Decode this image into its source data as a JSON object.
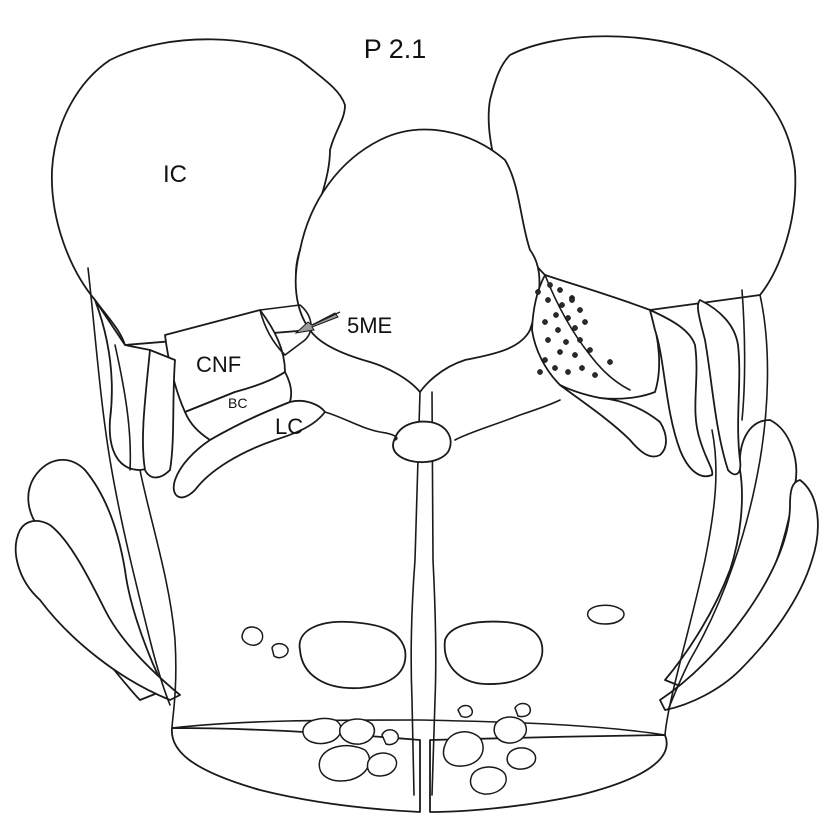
{
  "figure": {
    "title": "P 2.1",
    "labels": {
      "ic": "IC",
      "cnf": "CNF",
      "bc": "BC",
      "lc": "LC",
      "me5": "5ME"
    },
    "colors": {
      "ink": "#1a1a1a",
      "arrow": "#9a9a9a",
      "background": "#ffffff"
    },
    "dots_count": 27
  }
}
